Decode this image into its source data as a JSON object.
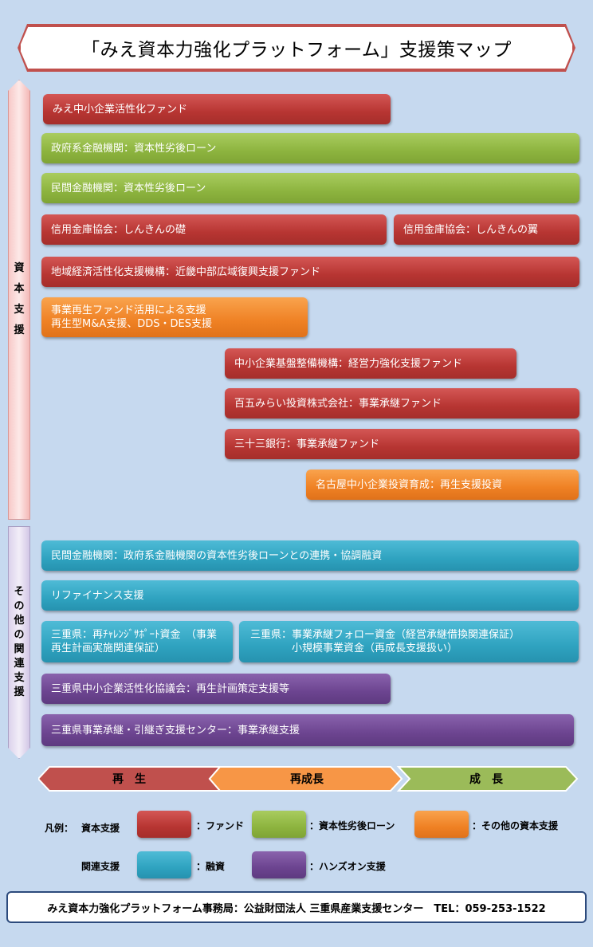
{
  "title": "「みえ資本力強化プラットフォーム」支援策マップ",
  "sidebar": {
    "capital": [
      "資",
      "本",
      "支",
      "援"
    ],
    "other": [
      "そ",
      "の",
      "他",
      "の",
      "関",
      "連",
      "支",
      "援"
    ]
  },
  "capital_items": [
    "みえ中小企業活性化ファンド",
    "政府系金融機関：資本性劣後ローン",
    "民間金融機関：資本性劣後ローン",
    "信用金庫協会：しんきんの礎",
    "信用金庫協会：しんきんの翼",
    "地域経済活性化支援機構：近畿中部広域復興支援ファンド",
    "事業再生ファンド活用による支援",
    "再生型M&A支援、DDS・DES支援",
    "中小企業基盤整備機構：経営力強化支援ファンド",
    "百五みらい投資株式会社：事業承継ファンド",
    "三十三銀行：事業承継ファンド",
    "名古屋中小企業投資育成：再生支援投資"
  ],
  "other_items": [
    "民間金融機関：政府系金融機関の資本性劣後ローンとの連携・協調融資",
    "リファイナンス支援",
    "三重県：再ﾁｬﾚﾝｼﾞｻﾎﾟｰﾄ資金　（事業再生計画実施関連保証）",
    "三重県：事業承継フォロー資金（経営承継借換関連保証）",
    "小規模事業資金（再成長支援扱い）",
    "三重県中小企業活性化協議会：再生計画策定支援等",
    "三重県事業承継・引継ぎ支援センター：事業承継支援"
  ],
  "phases": [
    "再　生",
    "再成長",
    "成　長"
  ],
  "legend": {
    "label": "凡例：",
    "capital_label": "資本支援",
    "related_label": "関連支援",
    "fund": "：ファンド",
    "loan": "：資本性劣後ローン",
    "other_capital": "：その他の資本支援",
    "finance": "：融資",
    "hands_on": "：ハンズオン支援"
  },
  "footer": "みえ資本力強化プラットフォーム事務局：公益財団法人 三重県産業支援センター　TEL：059-253-1522",
  "colors": {
    "fund": "#b73532",
    "loan": "#8db43f",
    "other_capital": "#ef8124",
    "finance": "#2fa3c0",
    "hands_on": "#6c4490",
    "background": "#c6d9ef"
  }
}
